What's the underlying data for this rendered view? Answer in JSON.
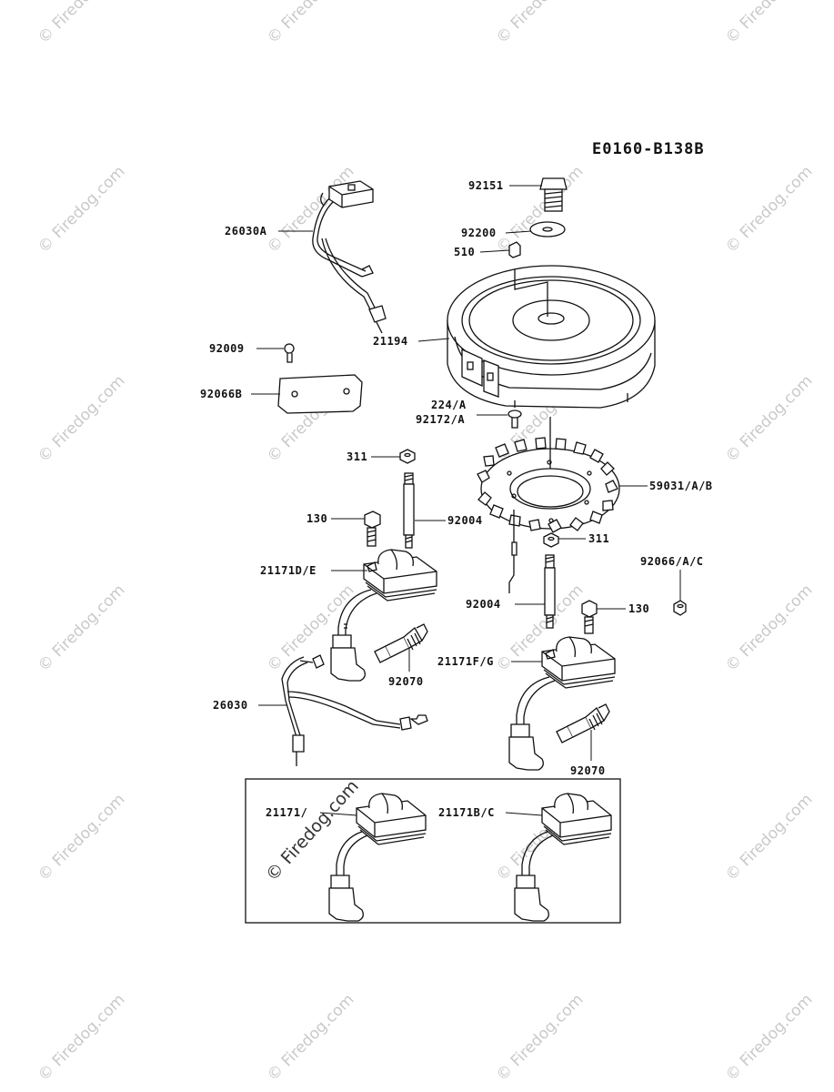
{
  "diagram_code": "E0160-B138B",
  "watermark": "© Firedog.com",
  "labels": {
    "l92151": "92151",
    "l92200": "92200",
    "l510": "510",
    "l26030A": "26030A",
    "l21194": "21194",
    "l92009": "92009",
    "l92066B": "92066B",
    "l224A": "224/A",
    "l92172A": "92172/A",
    "l311a": "311",
    "l59031": "59031/A/B",
    "l130a": "130",
    "l92004a": "92004",
    "l311b": "311",
    "l21171DE": "21171D/E",
    "l92066AC": "92066/A/C",
    "l92004b": "92004",
    "l130b": "130",
    "l21171FG": "21171F/G",
    "l92070a": "92070",
    "l26030": "26030",
    "l92070b": "92070",
    "l21171": "21171/",
    "l21171BC": "21171B/C"
  }
}
